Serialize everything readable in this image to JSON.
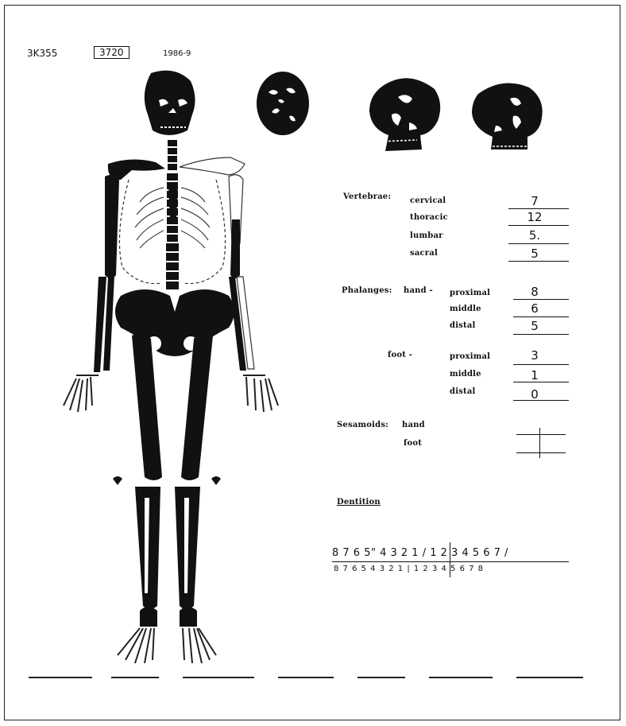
{
  "header": {
    "site": "3K355",
    "burial": "3720",
    "year": "1986-9"
  },
  "vertebrae": {
    "heading": "Vertebrae:",
    "rows": [
      {
        "label": "cervical",
        "value": "7"
      },
      {
        "label": "thoracic",
        "value": "12"
      },
      {
        "label": "lumbar",
        "value": "5."
      },
      {
        "label": "sacral",
        "value": "5"
      }
    ]
  },
  "phalanges": {
    "heading": "Phalanges:",
    "hand_label": "hand -",
    "foot_label": "foot -",
    "hand": [
      {
        "label": "proximal",
        "value": "8"
      },
      {
        "label": "middle",
        "value": "6"
      },
      {
        "label": "distal",
        "value": "5"
      }
    ],
    "foot": [
      {
        "label": "proximal",
        "value": "3"
      },
      {
        "label": "middle",
        "value": "1"
      },
      {
        "label": "distal",
        "value": "0"
      }
    ]
  },
  "sesamoids": {
    "heading": "Sesamoids:",
    "hand_label": "hand",
    "foot_label": "foot"
  },
  "dentition": {
    "heading": "Dentition",
    "upper": "8 7 6 5\" 4 3 2 1 / 1 2 3 4 5 6 7 /",
    "lower": "8 7 6 5 4 3 2 1 | 1 2 3 4 5 6 7 8"
  }
}
